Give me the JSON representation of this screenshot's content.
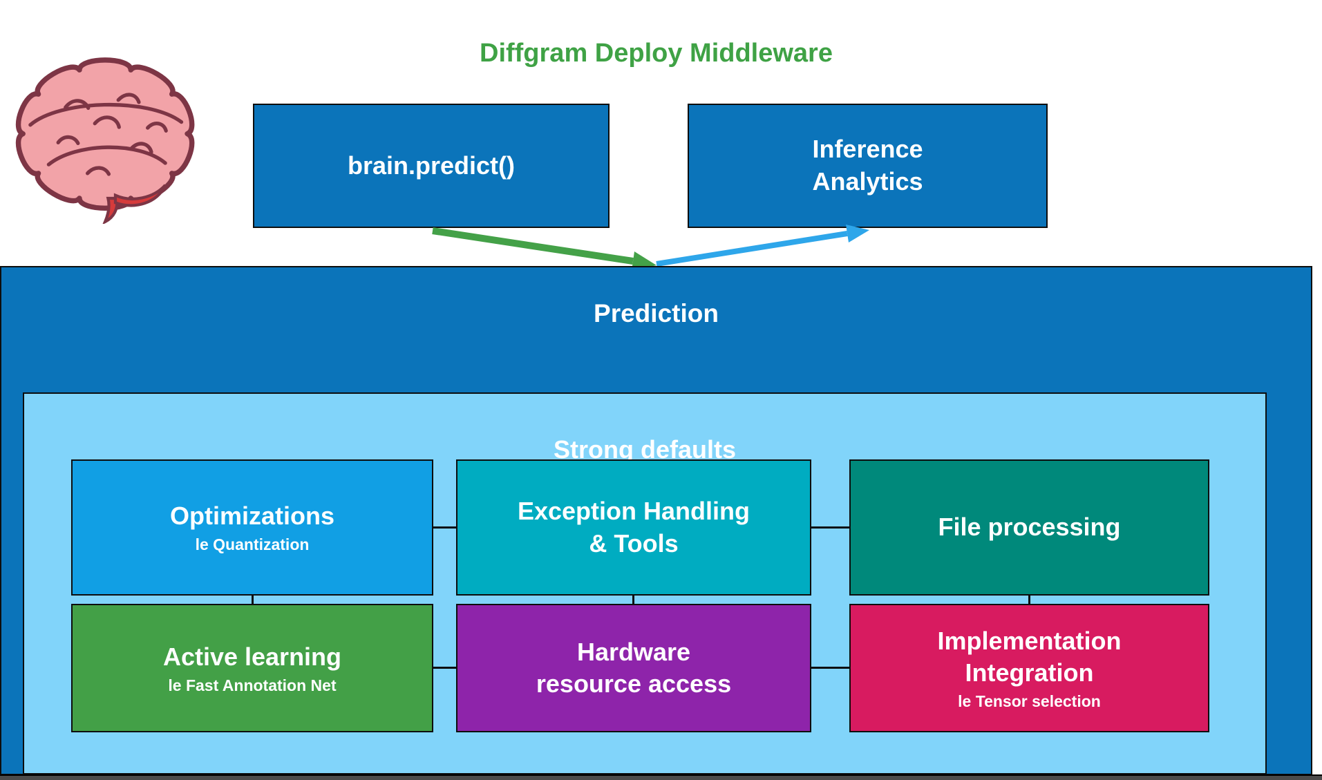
{
  "title": {
    "text": "Diffgram Deploy Middleware",
    "color": "#3fa245"
  },
  "top_row": {
    "brain_icon": "brain-illustration",
    "brain_predict_label": "brain.predict()",
    "inference_lines": [
      "Inference",
      "Analytics"
    ],
    "box_color": "#0b74ba"
  },
  "arrows": {
    "green": "#44a148",
    "blue": "#2ea6ea"
  },
  "prediction": {
    "label": "Prediction",
    "bg": "#0b74ba",
    "inner_label": "Strong defaults",
    "inner_bg": "#81d4fa"
  },
  "modules": [
    {
      "lines": [
        "Optimizations"
      ],
      "sub": "le Quantization",
      "bg": "#119fe4"
    },
    {
      "lines": [
        "Exception Handling",
        "& Tools"
      ],
      "bg": "#00acc1"
    },
    {
      "lines": [
        "File processing"
      ],
      "bg": "#00897b"
    },
    {
      "lines": [
        "Active learning"
      ],
      "sub": "le Fast Annotation Net",
      "bg": "#43a047"
    },
    {
      "lines": [
        "Hardware",
        "resource access"
      ],
      "bg": "#8e24aa"
    },
    {
      "lines": [
        "Implementation",
        "Integration"
      ],
      "sub": "le Tensor selection",
      "bg": "#d81b60"
    }
  ],
  "brain_colors": {
    "body": "#f2a3a8",
    "outline": "#7d3545",
    "accent": "#d63b3b"
  },
  "footer_bar_color": "#4b4b4b"
}
